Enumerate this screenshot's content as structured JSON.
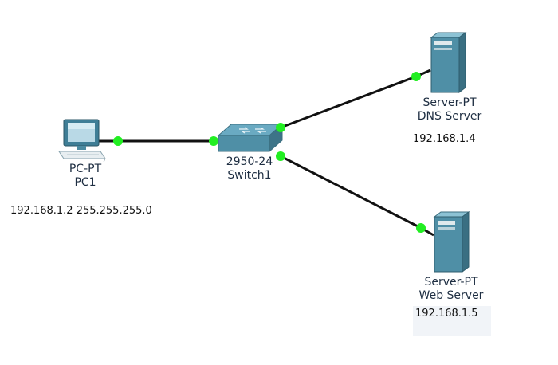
{
  "devices": {
    "pc1": {
      "model": "PC-PT",
      "name": "PC1"
    },
    "switch1": {
      "model": "2950-24",
      "name": "Switch1"
    },
    "dns_server": {
      "model": "Server-PT",
      "name": "DNS Server"
    },
    "web_server": {
      "model": "Server-PT",
      "name": "Web Server"
    }
  },
  "notes": {
    "pc1_ip": "192.168.1.2 255.255.255.0",
    "dns_ip": "192.168.1.4",
    "web_ip": "192.168.1.5"
  },
  "colors": {
    "link": "#111111",
    "link_up": "#22ee22",
    "device_blue": "#4f8fa6"
  }
}
